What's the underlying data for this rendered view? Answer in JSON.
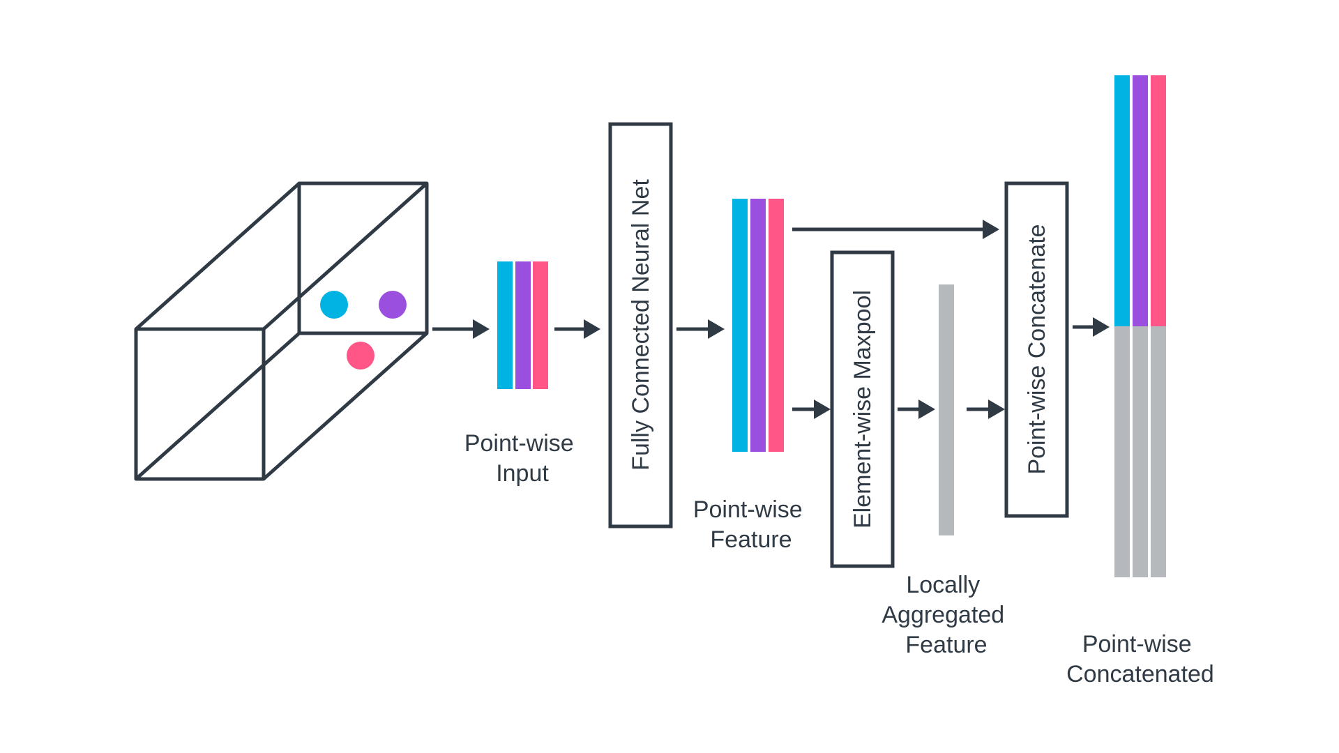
{
  "colors": {
    "ink": "#2f3a45",
    "cyan": "#00b3e3",
    "purple": "#9b4fdf",
    "pink": "#ff5687",
    "gray": "#b5b9bd",
    "background": "#ffffff"
  },
  "labels": {
    "pointwise_input": [
      "Point-wise",
      "Input"
    ],
    "fc_net": "Fully Connected Neural Net",
    "pointwise_feature": [
      "Point-wise",
      "Feature"
    ],
    "maxpool": "Element-wise Maxpool",
    "local_agg": [
      "Locally",
      "Aggregated",
      "Feature"
    ],
    "concat_op": "Point-wise Concatenate",
    "pointwise_concatenated": [
      "Point-wise",
      "Concatenated"
    ]
  },
  "points": [
    {
      "name": "cyan-point",
      "color_key": "cyan"
    },
    {
      "name": "purple-point",
      "color_key": "purple"
    },
    {
      "name": "pink-point",
      "color_key": "pink"
    }
  ],
  "feature_channels": [
    "cyan",
    "purple",
    "pink"
  ]
}
